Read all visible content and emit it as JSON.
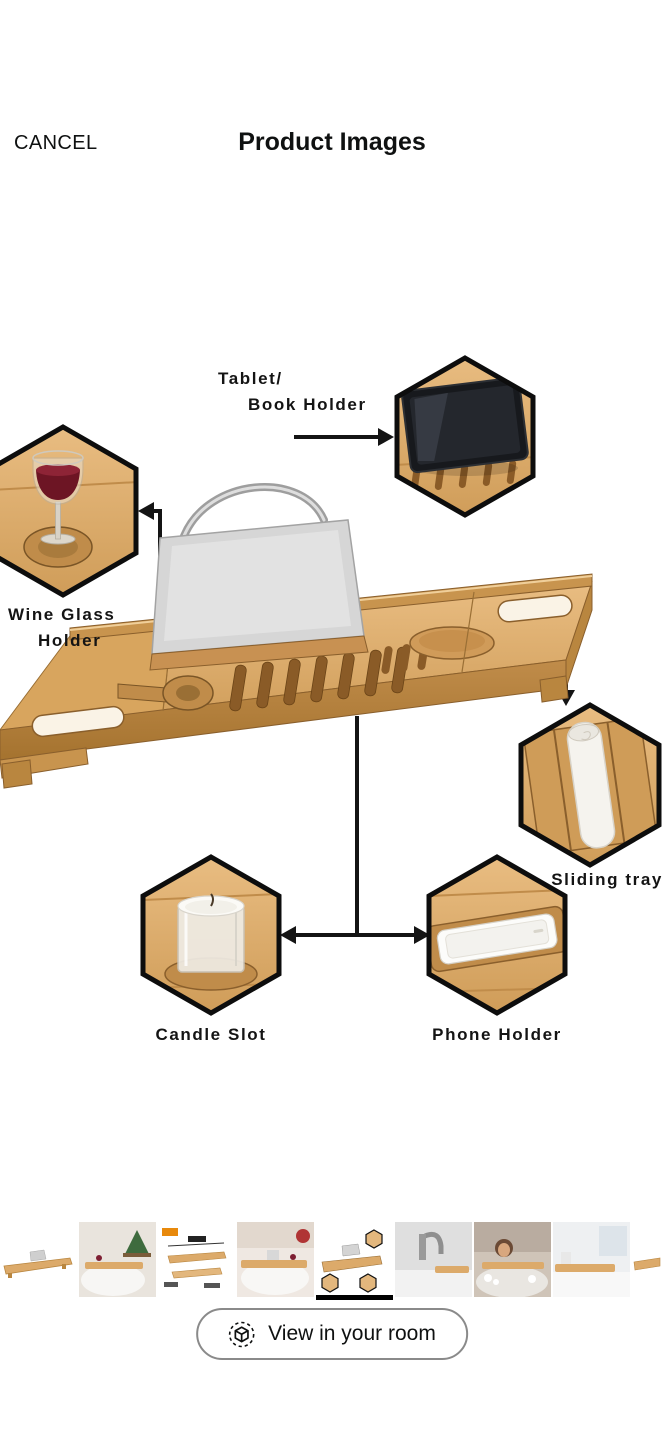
{
  "header": {
    "cancel_label": "CANCEL",
    "title": "Product Images"
  },
  "diagram": {
    "callouts": {
      "tablet": {
        "line1": "Tablet/",
        "line2": "Book Holder"
      },
      "wine": {
        "line1": "Wine Glass",
        "line2": "Holder"
      },
      "sliding": {
        "label": "Sliding tray"
      },
      "candle": {
        "label": "Candle Slot"
      },
      "phone": {
        "label": "Phone Holder"
      }
    },
    "colors": {
      "wood": "#ddaa6d",
      "wood_dark": "#b9863f",
      "callout_outline": "#0d0d0d"
    }
  },
  "thumbnails": {
    "count": 9,
    "selected_index": 4
  },
  "ar_button": {
    "label": "View in your room"
  }
}
